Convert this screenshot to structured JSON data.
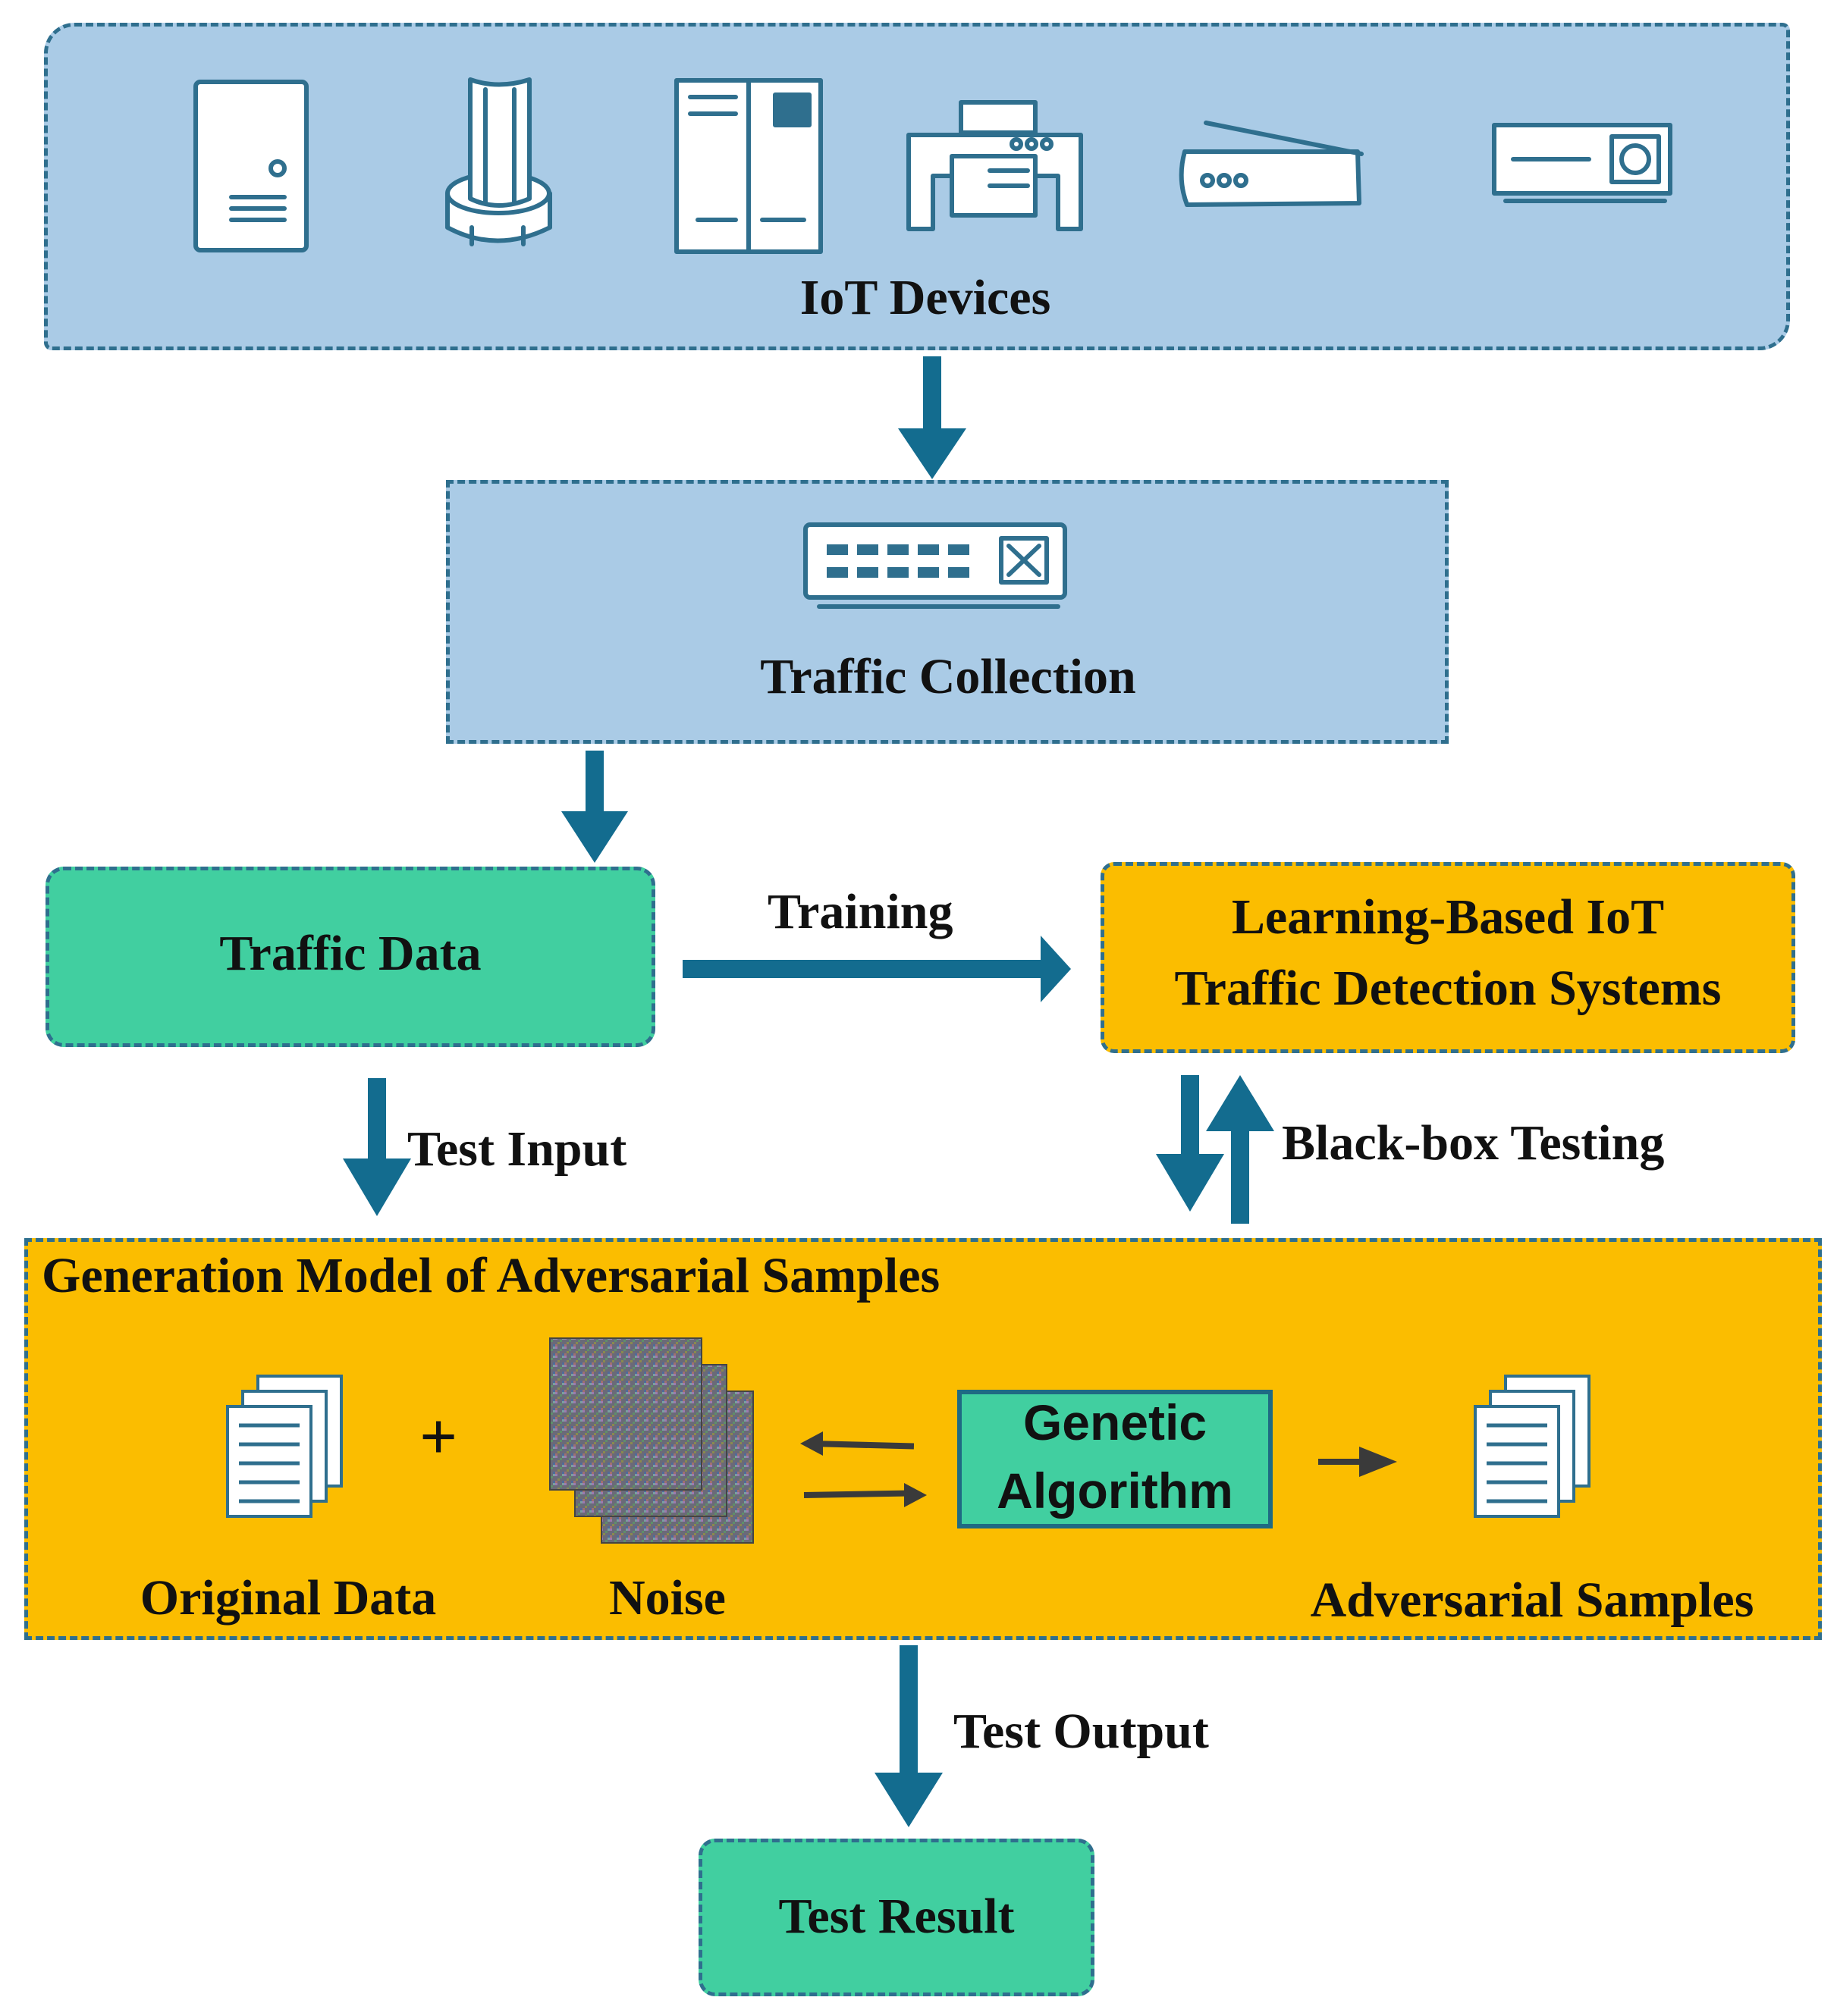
{
  "iot_devices": {
    "title": "IoT Devices",
    "devices": [
      "server-cabinet",
      "tower-device",
      "rack-cabinet",
      "printer",
      "scanner",
      "projector"
    ]
  },
  "traffic_collection": {
    "title": "Traffic Collection",
    "device": "network-switch"
  },
  "traffic_data": {
    "title": "Traffic Data"
  },
  "detection_systems": {
    "title_line1": "Learning-Based IoT",
    "title_line2": "Traffic Detection Systems"
  },
  "edges": {
    "training": "Training",
    "test_input": "Test Input",
    "blackbox": "Black-box Testing",
    "test_output": "Test Output"
  },
  "generation_model": {
    "title": "Generation Model of Adversarial Samples",
    "plus": "+",
    "original_data": "Original Data",
    "noise": "Noise",
    "genetic_line1": "Genetic",
    "genetic_line2": "Algorithm",
    "adversarial_samples": "Adversarial Samples"
  },
  "test_result": {
    "title": "Test Result"
  },
  "colors": {
    "blue_box": "#aacbe6",
    "green_box": "#41cfa0",
    "orange_box": "#fbbd00",
    "arrow": "#136c8f",
    "border": "#2f6f8e"
  }
}
